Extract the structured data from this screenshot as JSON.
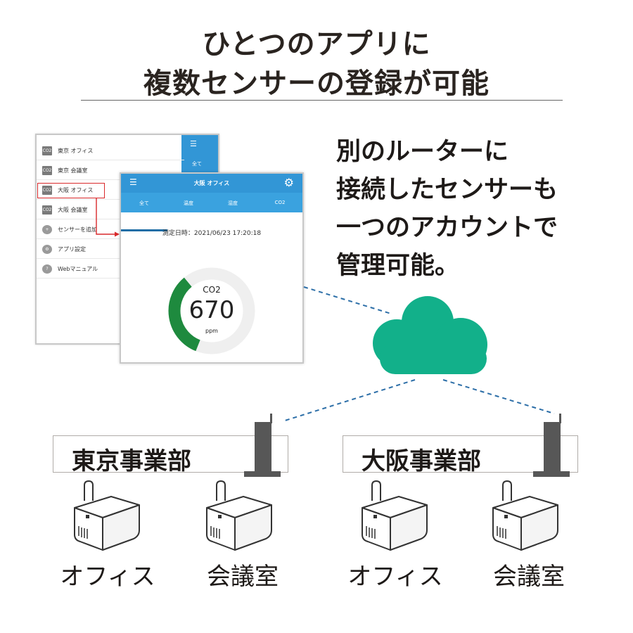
{
  "headline": {
    "line1": "ひとつのアプリに",
    "line2": "複数センサーの登録が可能"
  },
  "description": [
    "別のルーターに",
    "接続したセンサーも",
    "一つのアカウントで",
    "管理可能。"
  ],
  "menu_screen": {
    "header_tab": "全て",
    "items": [
      {
        "icon": "co2-icon",
        "icon_text": "CO2",
        "label": "東京 オフィス"
      },
      {
        "icon": "co2-icon",
        "icon_text": "CO2",
        "label": "東京 会議室"
      },
      {
        "icon": "co2-icon",
        "icon_text": "CO2",
        "label": "大阪 オフィス"
      },
      {
        "icon": "co2-icon",
        "icon_text": "CO2",
        "label": "大阪 会議室"
      },
      {
        "icon": "plus-icon",
        "icon_text": "+",
        "label": "センサーを追加"
      },
      {
        "icon": "gear-icon",
        "icon_text": "⚙",
        "label": "アプリ設定"
      },
      {
        "icon": "help-icon",
        "icon_text": "?",
        "label": "Webマニュアル"
      }
    ],
    "highlight_color": "#d9292b"
  },
  "detail_screen": {
    "title": "大阪 オフィス",
    "tabs": [
      "全て",
      "温度",
      "湿度",
      "CO2"
    ],
    "active_tab": "全て",
    "timestamp": "測定日時：2021/06/23 17:20:18",
    "gauge": {
      "label": "CO2",
      "value": "670",
      "unit": "ppm",
      "fraction": 0.33,
      "color": "#1e8a3e"
    }
  },
  "colors": {
    "app_blue": "#3296d6",
    "cloud": "#12b08a",
    "dash": "#2d6fa8",
    "router": "#575757"
  },
  "departments": [
    {
      "name": "東京事業部",
      "devices": [
        "オフィス",
        "会議室"
      ]
    },
    {
      "name": "大阪事業部",
      "devices": [
        "オフィス",
        "会議室"
      ]
    }
  ]
}
